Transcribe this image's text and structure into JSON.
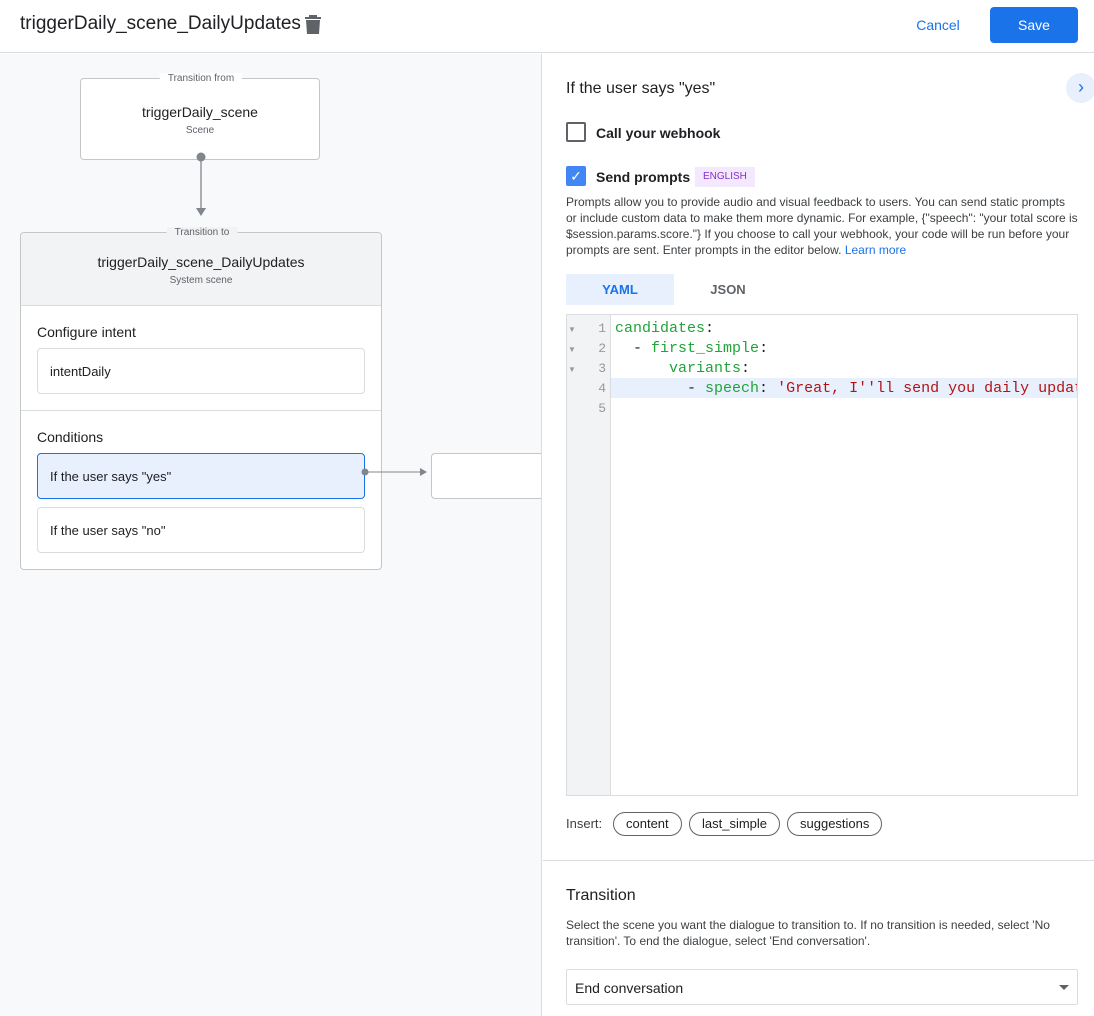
{
  "header": {
    "title": "triggerDaily_scene_DailyUpdates",
    "cancel_label": "Cancel",
    "save_label": "Save"
  },
  "canvas": {
    "from": {
      "legend": "Transition from",
      "name": "triggerDaily_scene",
      "type": "Scene"
    },
    "to": {
      "legend": "Transition to",
      "name": "triggerDaily_scene_DailyUpdates",
      "type": "System scene"
    },
    "configure_intent": {
      "label": "Configure intent",
      "intent": "intentDaily"
    },
    "conditions": {
      "label": "Conditions",
      "items": [
        "If the user says \"yes\"",
        "If the user says \"no\""
      ]
    }
  },
  "panel": {
    "heading": "If the user says \"yes\"",
    "webhook": {
      "label": "Call your webhook",
      "checked": false
    },
    "prompts": {
      "label": "Send prompts",
      "checked": true,
      "badge": "ENGLISH",
      "description": "Prompts allow you to provide audio and visual feedback to users. You can send static prompts or include custom data to make them more dynamic. For example, {\"speech\": \"your total score is $session.params.score.\"} If you choose to call your webhook, your code will be run before your prompts are sent. Enter prompts in the editor below.",
      "learn_more": "Learn more"
    },
    "tabs": [
      {
        "label": "YAML",
        "active": true
      },
      {
        "label": "JSON",
        "active": false
      }
    ],
    "code": {
      "line_numbers": [
        "1",
        "2",
        "3",
        "4",
        "5"
      ],
      "l1_key": "candidates",
      "l2_dash": "- ",
      "l2_key": "first_simple",
      "l3_key": "variants",
      "l4_dash": "- ",
      "l4_key": "speech",
      "l4_value": "'Great, I''ll send you daily updates.",
      "colon": ":"
    },
    "insert": {
      "label": "Insert:",
      "chips": [
        "content",
        "last_simple",
        "suggestions"
      ]
    },
    "transition": {
      "heading": "Transition",
      "description": "Select the scene you want the dialogue to transition to. If no transition is needed, select 'No transition'. To end the dialogue, select 'End conversation'.",
      "selected": "End conversation"
    }
  },
  "colors": {
    "accent": "#1a73e8",
    "badge_bg": "#f3e8fd",
    "badge_text": "#8430ce",
    "selected_bg": "#e8f0fe"
  }
}
